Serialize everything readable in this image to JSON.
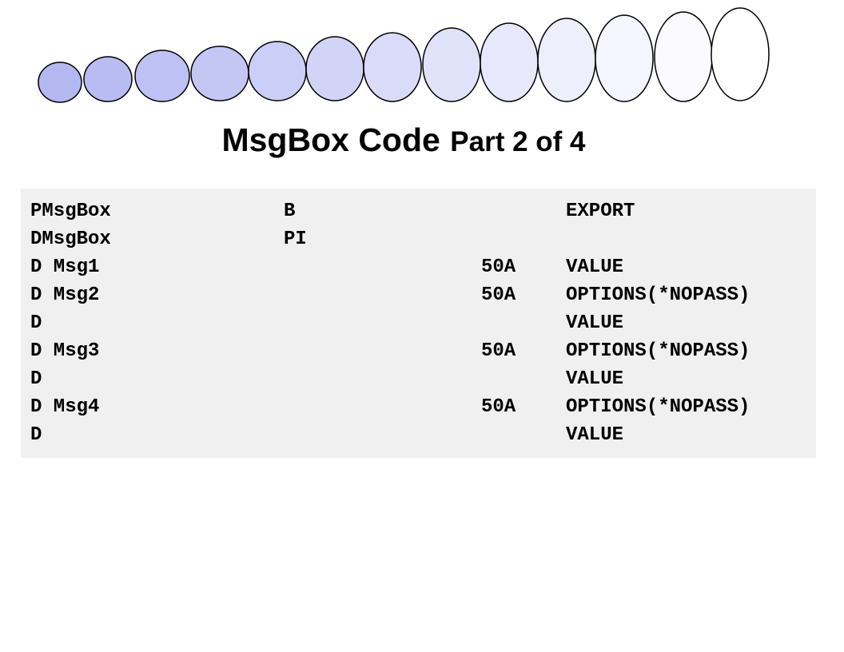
{
  "title": {
    "main": "MsgBox Code",
    "sub": "Part 2 of 4"
  },
  "decoration": {
    "bubble_fill_start": "#b4b8f0",
    "bubble_fill_end": "#ffffff",
    "bubble_stroke": "#000000",
    "bubble_count": 13
  },
  "code": {
    "background": "#f0f0f0",
    "lines": [
      {
        "name": "PMsgBox",
        "type": "B",
        "len": "",
        "kw": "EXPORT"
      },
      {
        "name": "DMsgBox",
        "type": "PI",
        "len": "",
        "kw": ""
      },
      {
        "name": "D Msg1",
        "type": "",
        "len": "50A",
        "kw": "VALUE"
      },
      {
        "name": "D Msg2",
        "type": "",
        "len": "50A",
        "kw": "OPTIONS(*NOPASS)"
      },
      {
        "name": "D",
        "type": "",
        "len": "",
        "kw": "VALUE"
      },
      {
        "name": "D Msg3",
        "type": "",
        "len": "50A",
        "kw": "OPTIONS(*NOPASS)"
      },
      {
        "name": "D",
        "type": "",
        "len": "",
        "kw": "VALUE"
      },
      {
        "name": "D Msg4",
        "type": "",
        "len": "50A",
        "kw": "OPTIONS(*NOPASS)"
      },
      {
        "name": "D",
        "type": "",
        "len": "",
        "kw": "VALUE"
      }
    ]
  }
}
